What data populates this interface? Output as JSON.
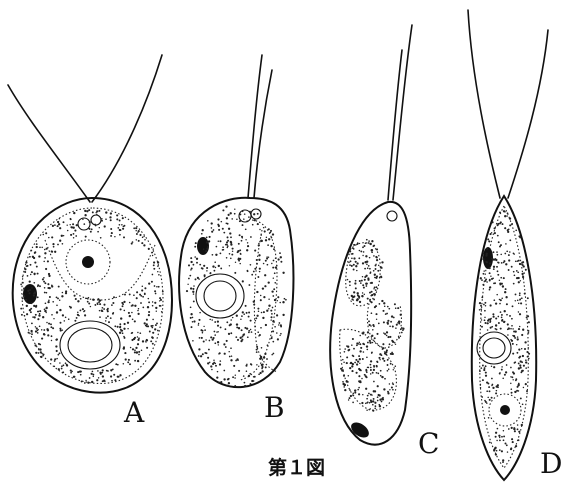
{
  "figure": {
    "caption": "第１図",
    "panels": [
      {
        "label": "A"
      },
      {
        "label": "B"
      },
      {
        "label": "C"
      },
      {
        "label": "D"
      }
    ]
  }
}
